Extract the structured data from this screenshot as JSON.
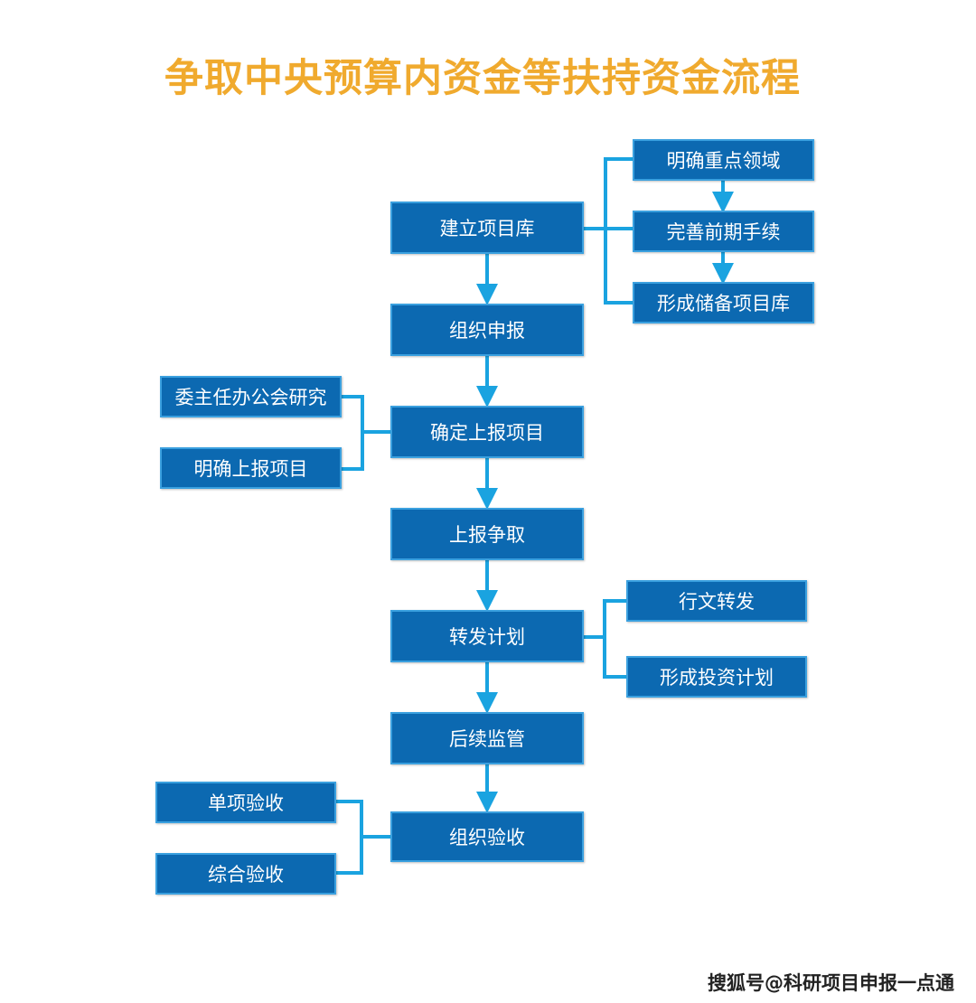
{
  "title": "争取中央预算内资金等扶持资金流程",
  "main_steps": [
    "建立项目库",
    "组织申报",
    "确定上报项目",
    "上报争取",
    "转发计划",
    "后续监管",
    "组织验收"
  ],
  "project_library_substeps": [
    "明确重点领域",
    "完善前期手续",
    "形成储备项目库"
  ],
  "confirm_substeps": [
    "委主任办公会研究",
    "明确上报项目"
  ],
  "forward_plan_substeps": [
    "行文转发",
    "形成投资计划"
  ],
  "acceptance_substeps": [
    "单项验收",
    "综合验收"
  ],
  "watermark": "搜狐号@科研项目申报一点通",
  "colors": {
    "box": "#0c69b1",
    "connector": "#1aa3e0",
    "title": "#f0aa2e"
  }
}
